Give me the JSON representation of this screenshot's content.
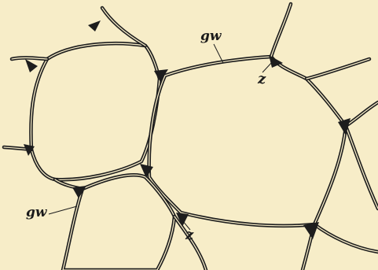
{
  "labels": {
    "gw_top": "gw",
    "z_top": "z",
    "gw_bottom": "gw",
    "z_bottom": "z"
  },
  "colors": {
    "paper": "#f7edc8",
    "ink": "#1d1d1d"
  }
}
